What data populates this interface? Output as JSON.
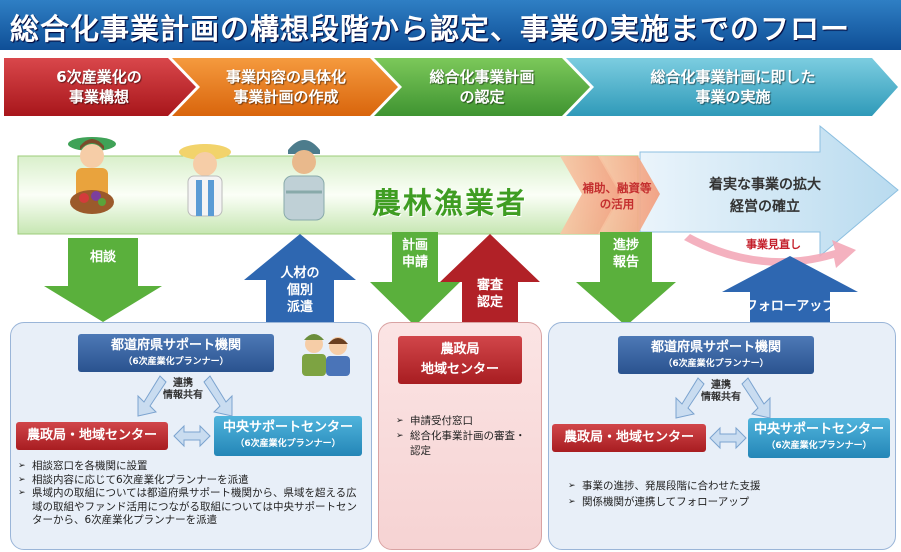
{
  "title": "総合化事業計画の構想段階から認定、事業の実施までのフロー",
  "steps": [
    "6次産業化の\n事業構想",
    "事業内容の具体化\n事業計画の作成",
    "総合化事業計画\nの認定",
    "総合化事業計画に即した\n事業の実施"
  ],
  "band": {
    "main": "農林漁業者",
    "support": "補助、融資等\nの活用",
    "result": "着実な事業の拡大\n経営の確立",
    "review": "事業見直し"
  },
  "arrows": {
    "consult": "相談",
    "dispatch": "人材の\n個別\n派遣",
    "apply": "計画\n申請",
    "certify": "審査\n認定",
    "report": "進捗\n報告",
    "followup": "フォローアップ"
  },
  "left_panel": {
    "pref_support": "都道府県サポート機関",
    "pref_support_sub": "（6次産業化プランナー）",
    "link_label": "連携\n情報共有",
    "regional": "農政局・地域センター",
    "central": "中央サポートセンター",
    "central_sub": "（6次産業化プランナー）",
    "bullets": [
      "相談窓口を各機関に設置",
      "相談内容に応じて6次産業化プランナーを派遣",
      "県域内の取組については都道府県サポート機関から、県域を超える広域の取組やファンド活用につながる取組については中央サポートセンターから、6次産業化プランナーを派遣"
    ]
  },
  "middle_panel": {
    "office": "農政局\n地域センター",
    "bullets": [
      "申請受付窓口",
      "総合化事業計画の審査・認定"
    ]
  },
  "right_panel": {
    "pref_support": "都道府県サポート機関",
    "pref_support_sub": "（6次産業化プランナー）",
    "link_label": "連携\n情報共有",
    "regional": "農政局・地域センター",
    "central": "中央サポートセンター",
    "central_sub": "（6次産業化プランナー）",
    "bullets": [
      "事業の進捗、発展段階に合わせた支援",
      "関係機関が連携してフォローアップ"
    ]
  },
  "colors": {
    "title_blue": "#1a5fa8",
    "step1_red": "#c0272d",
    "step2_orange": "#e8791e",
    "step3_green": "#58a944",
    "step4_teal": "#4bb3c9",
    "band_green": "#5cb530",
    "arrow_green": "#5ab03c",
    "arrow_blue": "#2e67b1",
    "arrow_red": "#b12127"
  }
}
